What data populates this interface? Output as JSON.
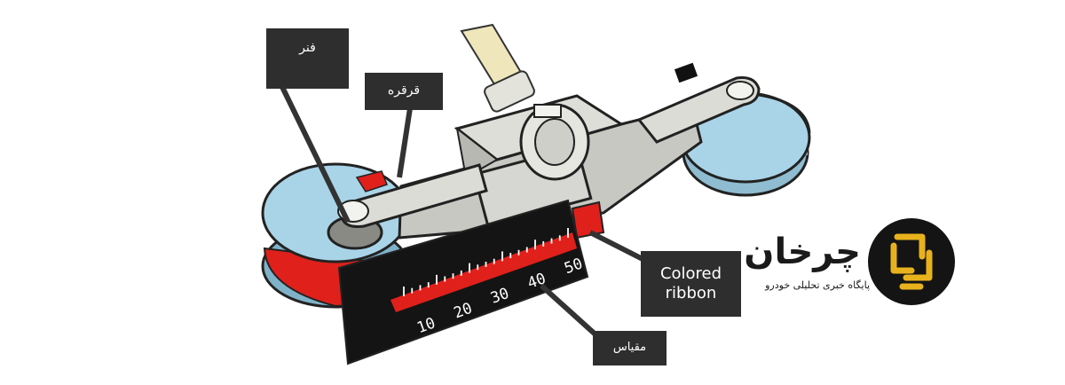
{
  "labels": {
    "spring": "فنر",
    "reel": "قرقره",
    "colored_ribbon": "Colored\nribbon",
    "scale": "مقیاس"
  },
  "gauge_scale": {
    "ticks": [
      "10",
      "20",
      "30",
      "40",
      "50"
    ]
  },
  "brand": {
    "name": "چرخان",
    "tagline": "پایگاه خبری تحلیلی خودرو"
  },
  "colors": {
    "reel_blue": "#a9d4e8",
    "ribbon_red": "#e0201b",
    "body_gray": "#d6d6d2",
    "scale_black": "#141414",
    "callout_bg": "#2e2e2e",
    "brand_gold": "#e8b21c"
  }
}
